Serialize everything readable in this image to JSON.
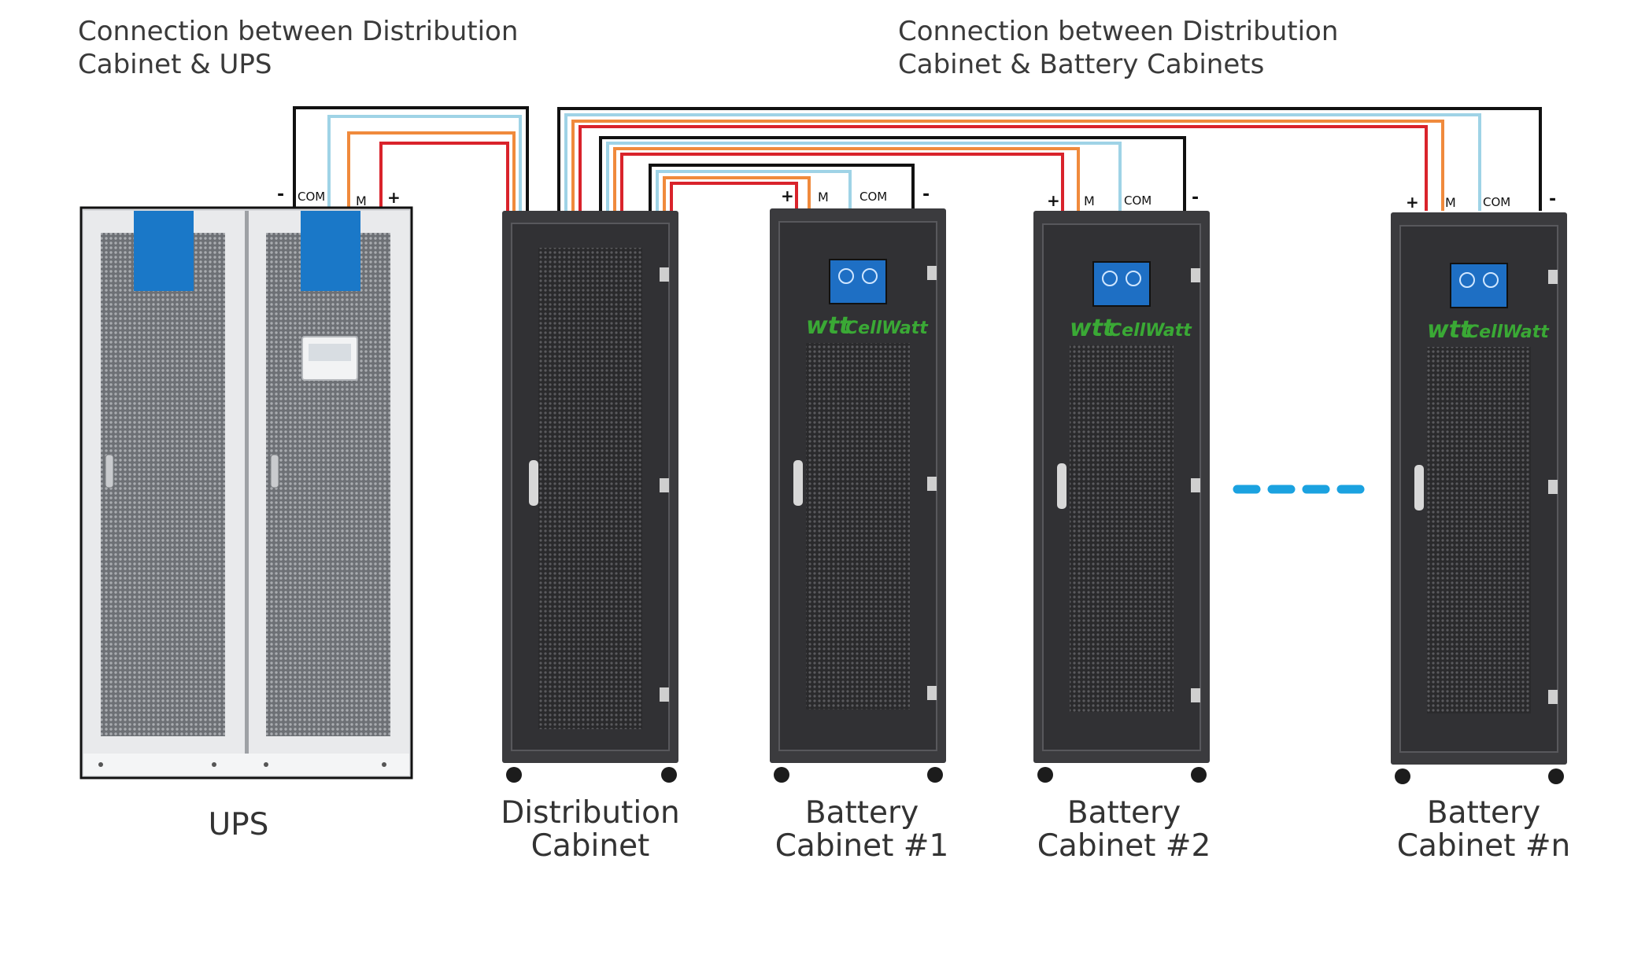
{
  "headings": {
    "ups_link": "Connection between Distribution\nCabinet & UPS",
    "battery_link": "Connection between Distribution\nCabinet & Battery Cabinets"
  },
  "captions": {
    "ups": "UPS",
    "distribution": "Distribution\nCabinet",
    "battery_1": "Battery\nCabinet #1",
    "battery_2": "Battery\nCabinet #2",
    "battery_n": "Battery\nCabinet #n"
  },
  "terminals": {
    "minus": "-",
    "plus": "+",
    "m": "M",
    "com": "COM"
  },
  "brand": {
    "logo_mark": "wtt",
    "logo_name": "CellWatt"
  },
  "colors": {
    "positive_wire": "#d9232b",
    "m_wire": "#f08a3c",
    "com_wire": "#9fd3e6",
    "negative_wire": "#111111",
    "cabinet_body": "#3b3b3e",
    "ups_handle": "#1a78c8",
    "ellipsis": "#1ba2e0",
    "brand_green": "#3aa935"
  }
}
